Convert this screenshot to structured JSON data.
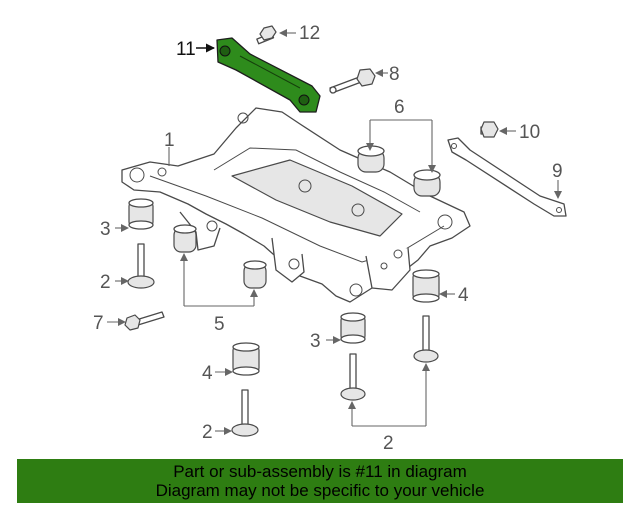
{
  "colors": {
    "highlight": "#2e8b1c",
    "banner_background": "#2e7d12",
    "banner_text": "#000000",
    "line_art": "#4a4a4a",
    "callout_text": "#555555"
  },
  "callouts": {
    "c1": "1",
    "c2a": "2",
    "c2b": "2",
    "c2c": "2",
    "c3a": "3",
    "c3b": "3",
    "c4a": "4",
    "c4b": "4",
    "c5": "5",
    "c6": "6",
    "c7": "7",
    "c8": "8",
    "c9": "9",
    "c10": "10",
    "c11": "11",
    "c12": "12"
  },
  "banner": {
    "line1": "Part or sub-assembly is #11 in diagram",
    "line2": "Diagram may not be specific to your vehicle"
  }
}
